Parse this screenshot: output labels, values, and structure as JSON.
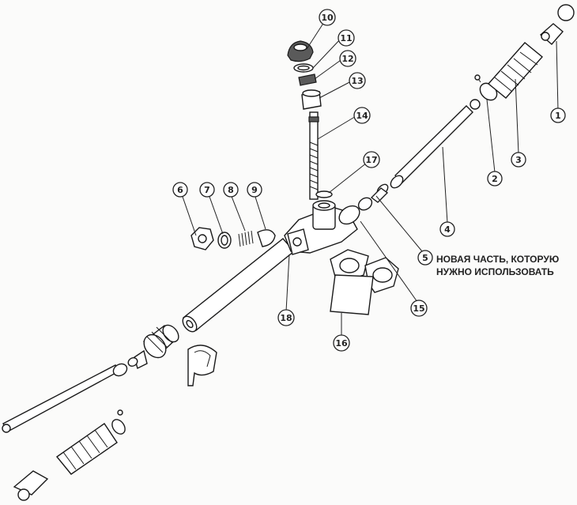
{
  "note": {
    "line1": "НОВАЯ ЧАСТЬ, КОТОРУЮ",
    "line2": "НУЖНО ИСПОЛЬЗОВАТЬ"
  },
  "callouts": [
    "1",
    "2",
    "3",
    "4",
    "5",
    "6",
    "7",
    "8",
    "9",
    "10",
    "11",
    "12",
    "13",
    "14",
    "15",
    "16",
    "17",
    "18"
  ]
}
